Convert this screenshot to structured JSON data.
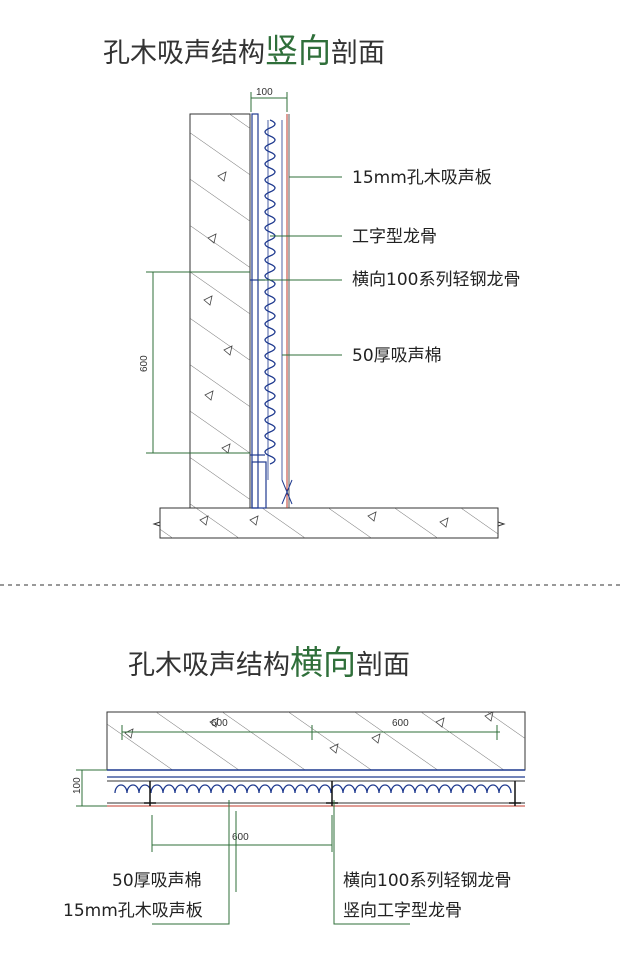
{
  "vertical_section": {
    "title_prefix": "孔木吸声结构",
    "title_accent": "竖向",
    "title_suffix": "剖面",
    "dim_top": "100",
    "dim_side": "600",
    "labels": [
      "15mm孔木吸声板",
      "工字型龙骨",
      "横向100系列轻钢龙骨",
      "50厚吸声棉"
    ]
  },
  "horizontal_section": {
    "title_prefix": "孔木吸声结构",
    "title_accent": "横向",
    "title_suffix": "剖面",
    "dim_top_left": "600",
    "dim_top_right": "600",
    "dim_side": "100",
    "dim_bottom": "600",
    "labels_left": [
      "50厚吸声棉",
      "15mm孔木吸声板"
    ],
    "labels_right": [
      "横向100系列轻钢龙骨",
      "竖向工字型龙骨"
    ]
  },
  "colors": {
    "accent": "#2f6f3a",
    "insulation": "#1f3a8f",
    "panel": "#c0392b"
  }
}
